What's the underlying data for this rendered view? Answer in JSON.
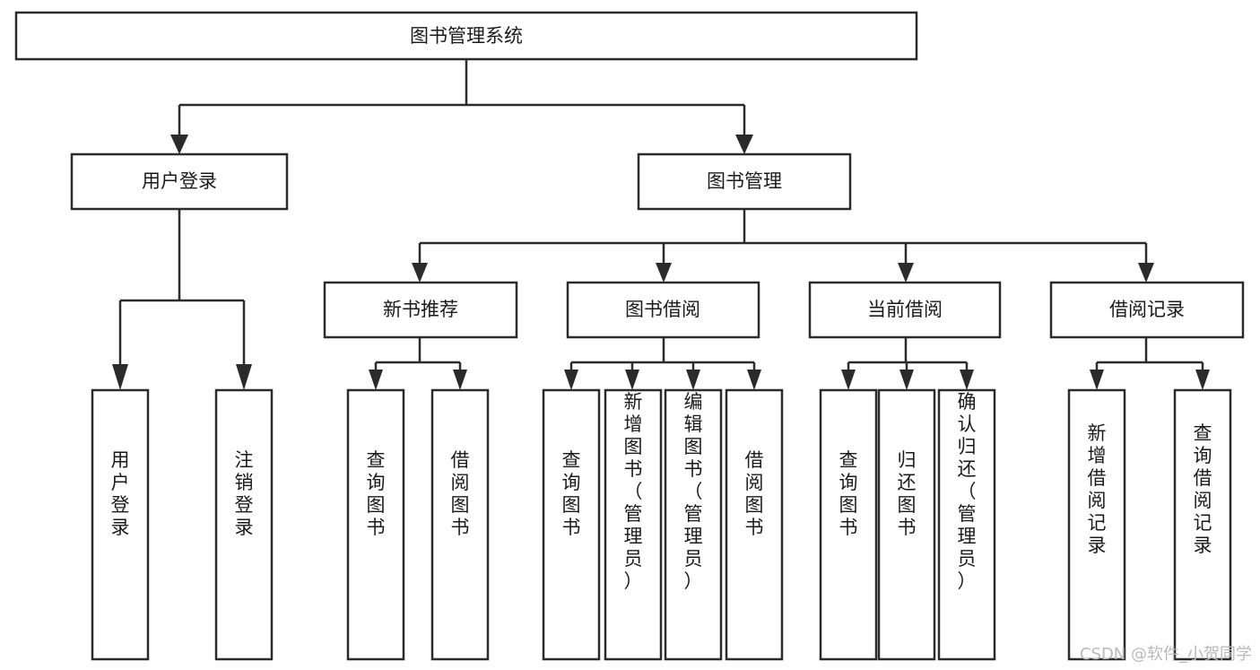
{
  "diagram": {
    "title": "图书管理系统",
    "type": "tree-hierarchy-chart",
    "root": {
      "id": "root",
      "label": "图书管理系统"
    },
    "level2": [
      {
        "id": "user-login",
        "label": "用户登录"
      },
      {
        "id": "book-management",
        "label": "图书管理"
      }
    ],
    "level3": [
      {
        "id": "new-book-recommend",
        "label": "新书推荐",
        "parent": "book-management"
      },
      {
        "id": "book-borrow",
        "label": "图书借阅",
        "parent": "book-management"
      },
      {
        "id": "current-borrow",
        "label": "当前借阅",
        "parent": "book-management"
      },
      {
        "id": "borrow-record",
        "label": "借阅记录",
        "parent": "book-management"
      }
    ],
    "leaves": {
      "user-login": [
        {
          "id": "leaf-user-login",
          "label": "用户登录"
        },
        {
          "id": "leaf-user-logout",
          "label": "注销登录"
        }
      ],
      "new-book-recommend": [
        {
          "id": "leaf-query-book-1",
          "label": "查询图书"
        },
        {
          "id": "leaf-borrow-book-1",
          "label": "借阅图书"
        }
      ],
      "book-borrow": [
        {
          "id": "leaf-query-book-2",
          "label": "查询图书"
        },
        {
          "id": "leaf-add-book",
          "label": "新增图书（管理员）"
        },
        {
          "id": "leaf-edit-book",
          "label": "编辑图书（管理员）"
        },
        {
          "id": "leaf-borrow-book-2",
          "label": "借阅图书"
        }
      ],
      "current-borrow": [
        {
          "id": "leaf-query-book-3",
          "label": "查询图书"
        },
        {
          "id": "leaf-return-book",
          "label": "归还图书"
        },
        {
          "id": "leaf-confirm-return",
          "label": "确认归还（管理员）"
        }
      ],
      "borrow-record": [
        {
          "id": "leaf-add-record",
          "label": "新增借阅记录"
        },
        {
          "id": "leaf-query-record",
          "label": "查询借阅记录"
        }
      ]
    }
  },
  "watermark": {
    "text": "CSDN @软件_小贺同学"
  },
  "colors": {
    "background": "#ffffff",
    "stroke": "#2b2b2b",
    "text": "#1a1a1a",
    "watermark": "#b9b9b9"
  }
}
